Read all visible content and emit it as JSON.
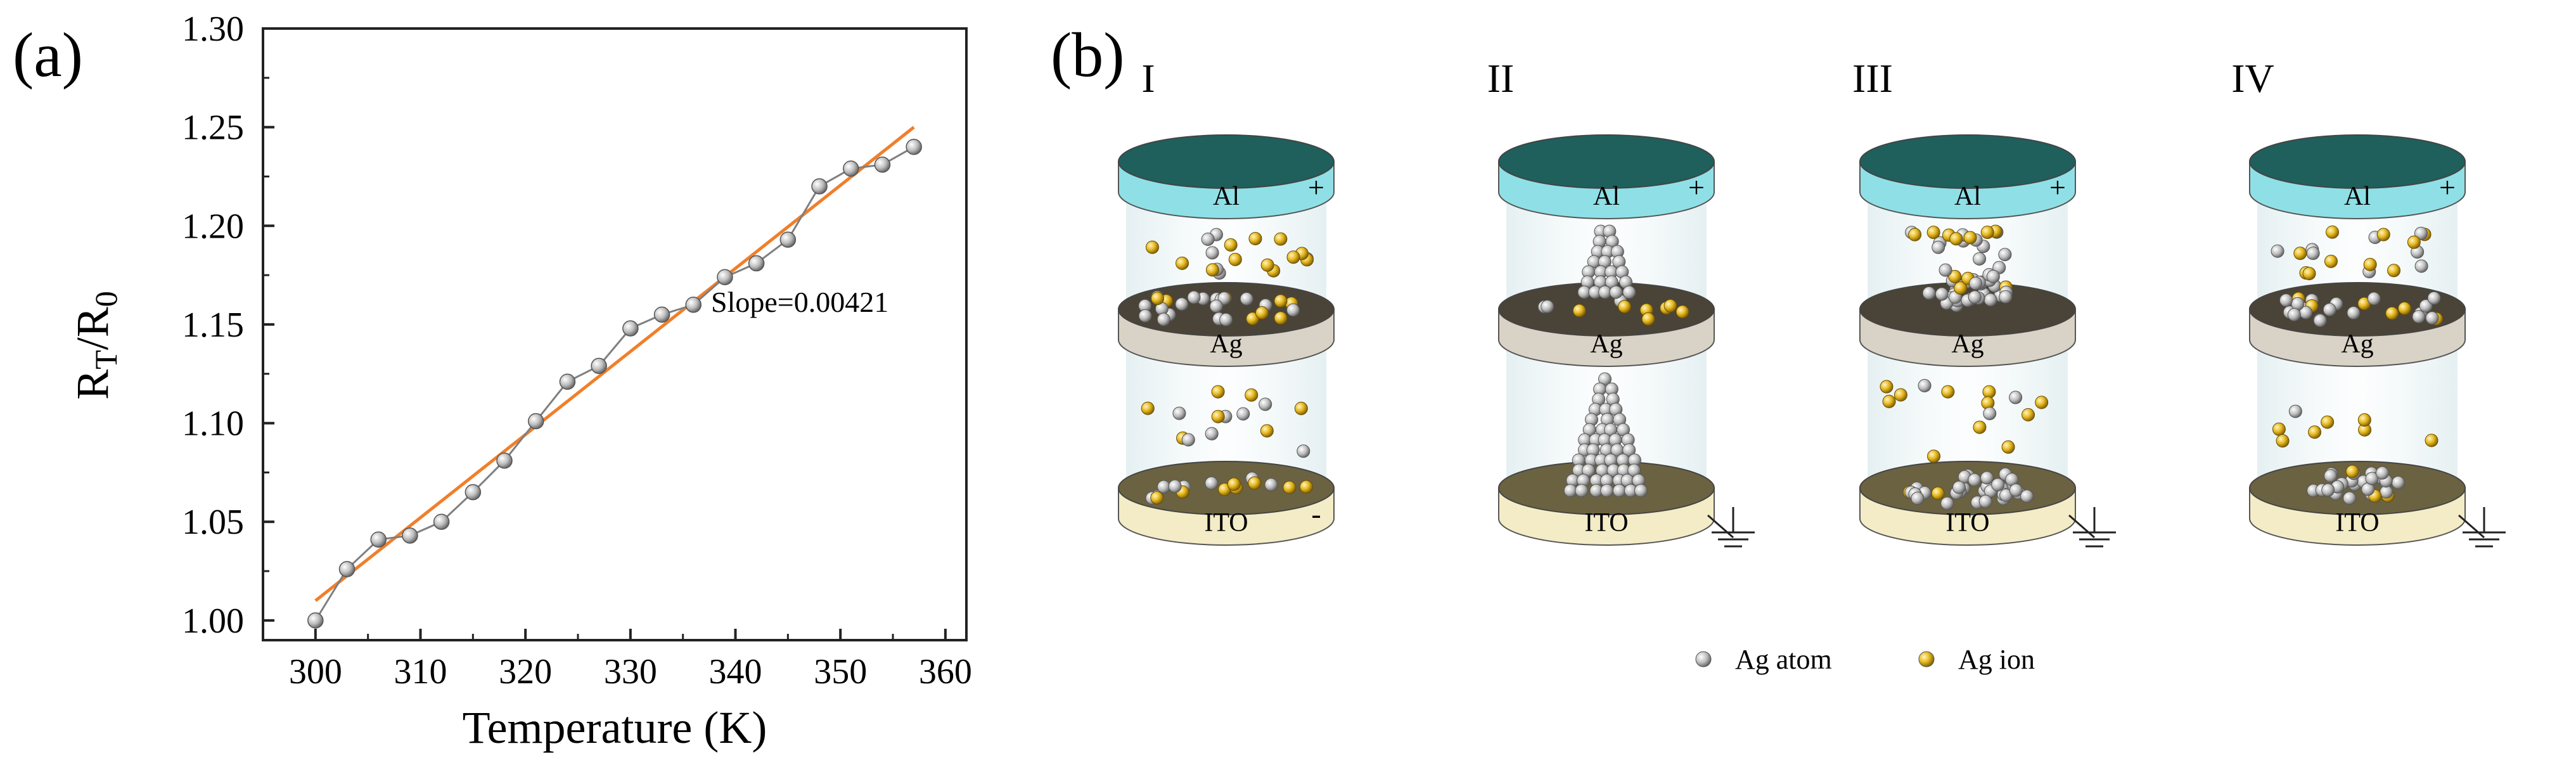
{
  "panel_a_label": "(a)",
  "panel_b_label": "(b)",
  "chart_data": {
    "type": "scatter",
    "title": "",
    "xlabel": "Temperature (K)",
    "ylabel_main": "R",
    "ylabel_sub1": "T",
    "ylabel_sep": "/R",
    "ylabel_sub2": "0",
    "xlim": [
      295,
      362
    ],
    "ylim": [
      0.99,
      1.3
    ],
    "xticks": [
      300,
      310,
      320,
      330,
      340,
      350,
      360
    ],
    "yticks": [
      1.0,
      1.05,
      1.1,
      1.15,
      1.2,
      1.25,
      1.3
    ],
    "grid": false,
    "series": [
      {
        "kind": "measured",
        "marker_color": "#9a9a9a",
        "line_color": "#7f7f7f",
        "x": [
          300,
          303,
          306,
          309,
          312,
          315,
          318,
          321,
          324,
          327,
          330,
          333,
          336,
          339,
          342,
          345,
          348,
          351,
          354,
          357
        ],
        "y": [
          1.0,
          1.026,
          1.041,
          1.043,
          1.05,
          1.065,
          1.081,
          1.101,
          1.121,
          1.129,
          1.148,
          1.155,
          1.16,
          1.174,
          1.181,
          1.193,
          1.22,
          1.229,
          1.231,
          1.24
        ]
      },
      {
        "kind": "linear-fit",
        "line_color": "#f07f2a",
        "x": [
          300,
          357
        ],
        "y": [
          1.01,
          1.25
        ]
      }
    ],
    "annotation": "Slope=0.00421"
  },
  "diagram": {
    "stages": [
      {
        "numeral": "I",
        "top_label": "Al",
        "top_sign": "+",
        "mid_label": "Ag",
        "bottom_label": "ITO",
        "bottom_sign": "-",
        "ground": false
      },
      {
        "numeral": "II",
        "top_label": "Al",
        "top_sign": "+",
        "mid_label": "Ag",
        "bottom_label": "ITO",
        "bottom_sign": "",
        "ground": true
      },
      {
        "numeral": "III",
        "top_label": "Al",
        "top_sign": "+",
        "mid_label": "Ag",
        "bottom_label": "ITO",
        "bottom_sign": "",
        "ground": true
      },
      {
        "numeral": "IV",
        "top_label": "Al",
        "top_sign": "+",
        "mid_label": "Ag",
        "bottom_label": "ITO",
        "bottom_sign": "",
        "ground": true
      }
    ],
    "legend": [
      {
        "label": "Ag atom",
        "icon": "silver-sphere-icon"
      },
      {
        "label": "Ag ion",
        "icon": "gold-sphere-icon"
      }
    ],
    "colors": {
      "al_top": "#1f5f5c",
      "al_side": "#8fe0e6",
      "ag_top": "#4a4438",
      "ag_side": "#d9d2c6",
      "ito_top": "#6b6242",
      "ito_side": "#f3ecc6",
      "atom": "#c9c9c9",
      "ion": "#e6b820"
    }
  }
}
